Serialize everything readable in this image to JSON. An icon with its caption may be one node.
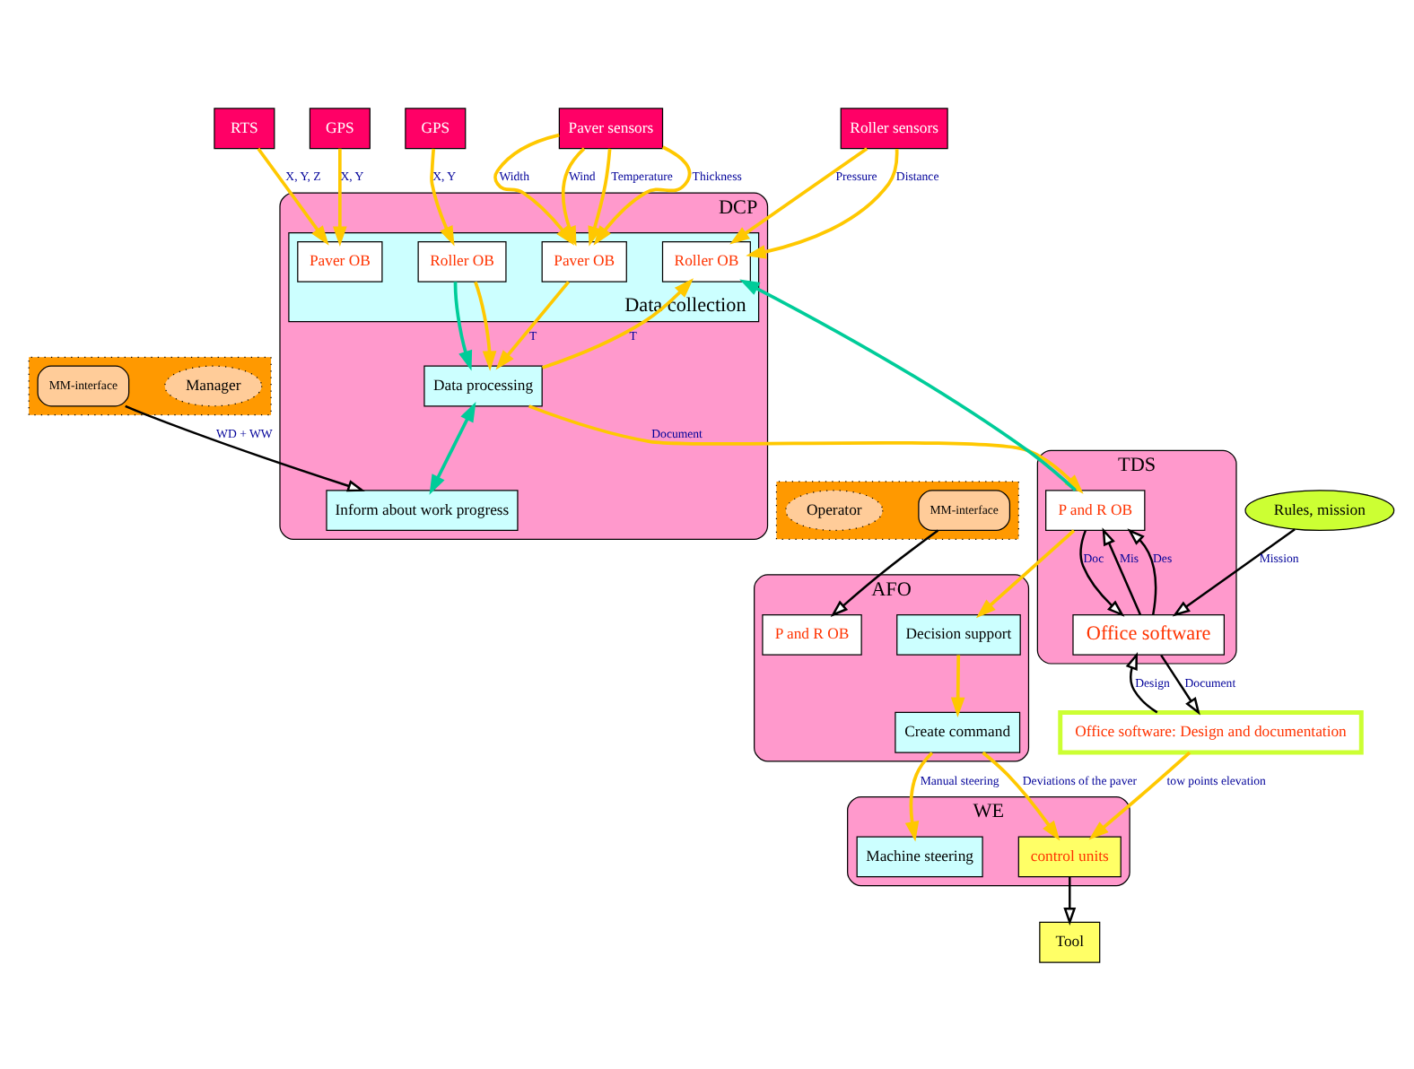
{
  "diagram": {
    "nodes": [
      {
        "text": [
          "RTS"
        ]
      },
      {
        "text": [
          "GPS"
        ]
      },
      {
        "text": [
          "GPS"
        ]
      },
      {
        "text": [
          "Paver sensors"
        ]
      },
      {
        "text": [
          "Roller sensors"
        ]
      },
      {
        "text": [
          "Rules, mission"
        ]
      },
      {
        "text": [
          "DCP"
        ]
      },
      {
        "text": [
          "Data collection"
        ],
        "in": 6
      },
      {
        "text": [
          "Paver OB"
        ],
        "in": 7
      },
      {
        "text": [
          "Roller OB"
        ],
        "in": 7
      },
      {
        "text": [
          "Paver OB"
        ],
        "in": 7
      },
      {
        "text": [
          "Roller OB"
        ],
        "in": 7
      },
      {
        "text": [
          "Data processing"
        ],
        "in": 6
      },
      {
        "text": [
          "Inform about work progress"
        ],
        "in": 6
      },
      {
        "text": [
          "TDS"
        ]
      },
      {
        "text": [
          "P and R OB"
        ],
        "in": 14
      },
      {
        "text": [
          "Office software"
        ],
        "in": 14
      },
      {
        "text": [
          "AFO"
        ]
      },
      {
        "text": [
          "Decision support"
        ],
        "in": 17
      },
      {
        "text": [
          "P and R OB"
        ],
        "in": 17
      },
      {
        "text": [
          "Create command"
        ],
        "in": 17
      },
      {
        "text": [
          "WE"
        ]
      },
      {
        "text": [
          "Machine steering"
        ],
        "in": 21
      },
      {
        "text": [
          "control units"
        ],
        "in": 21
      },
      {
        "text": [
          "Tool"
        ]
      },
      {
        "text": [],
        "shape": "box"
      },
      {
        "text": [
          "Manager"
        ],
        "in": 25
      },
      {
        "text": [
          "MM-interface"
        ],
        "in": 25
      },
      {
        "text": [],
        "shape": "box"
      },
      {
        "text": [
          "MM-interface"
        ],
        "in": 28
      },
      {
        "text": [
          "Operator"
        ],
        "in": 28
      },
      {
        "text": [
          "Office software: Design and documentation"
        ]
      }
    ],
    "edges": [
      {
        "from": 0,
        "to": 8,
        "arrow": "to",
        "label": "X, Y, Z"
      },
      {
        "from": 1,
        "to": 8,
        "arrow": "to",
        "label": "X, Y"
      },
      {
        "from": 2,
        "to": 9,
        "arrow": "to",
        "label": "X, Y"
      },
      {
        "from": 3,
        "to": 10,
        "arrow": "to",
        "label": "Temperature"
      },
      {
        "from": 3,
        "to": 10,
        "arrow": "to",
        "label": "Thickness"
      },
      {
        "from": 3,
        "to": 10,
        "arrow": "to",
        "label": "Width"
      },
      {
        "from": 3,
        "to": 10,
        "arrow": "to",
        "label": "Wind"
      },
      {
        "from": 4,
        "to": 11,
        "arrow": "to",
        "label": "Pressure"
      },
      {
        "from": 4,
        "to": 11,
        "arrow": "to",
        "label": "Distance"
      },
      {
        "from": 5,
        "to": 16,
        "arrow": "to",
        "label": "Mission",
        "color": "#000000"
      },
      {
        "from": 31,
        "to": 16,
        "arrow": "to",
        "label": "Design",
        "color": "#000000"
      },
      {
        "from": 16,
        "to": 31,
        "arrow": "to",
        "label": "Document",
        "color": "#000000"
      },
      {
        "from": 16,
        "to": 15,
        "arrow": "to",
        "label": "Mis",
        "color": "#000000"
      },
      {
        "from": 16,
        "to": 15,
        "arrow": "to",
        "label": "Des",
        "color": "#000000"
      },
      {
        "from": 15,
        "to": 16,
        "arrow": "to",
        "label": "Doc",
        "color": "#000000"
      },
      {
        "from": 15,
        "to": 11,
        "arrow": "to",
        "color": "#00cc99"
      },
      {
        "from": 12,
        "to": 15,
        "arrow": "to",
        "label": "Document"
      },
      {
        "from": 10,
        "to": 12,
        "arrow": "to",
        "label": "T"
      },
      {
        "from": 12,
        "to": 11,
        "arrow": "to",
        "label": "T"
      },
      {
        "from": 9,
        "to": 12,
        "arrow": "to",
        "color": "#00cc99"
      },
      {
        "from": 9,
        "to": 12,
        "arrow": "to"
      },
      {
        "from": 12,
        "to": 13,
        "arrow": "both",
        "color": "#00cc99"
      },
      {
        "from": 27,
        "to": 13,
        "arrow": "to",
        "label": "WD + WW",
        "color": "#000000"
      },
      {
        "from": 15,
        "to": 18,
        "arrow": "to"
      },
      {
        "from": 18,
        "to": 20,
        "arrow": "to"
      },
      {
        "from": 20,
        "to": 22,
        "arrow": "to",
        "label": "Manual steering"
      },
      {
        "from": 20,
        "to": 23,
        "arrow": "to",
        "label": "Deviations of the paver"
      },
      {
        "from": 31,
        "to": 23,
        "arrow": "to",
        "label": "tow points elevation"
      },
      {
        "from": 23,
        "to": 24,
        "arrow": "to",
        "color": "#000000"
      },
      {
        "from": 29,
        "to": 19,
        "arrow": "to",
        "color": "#000000"
      }
    ]
  }
}
